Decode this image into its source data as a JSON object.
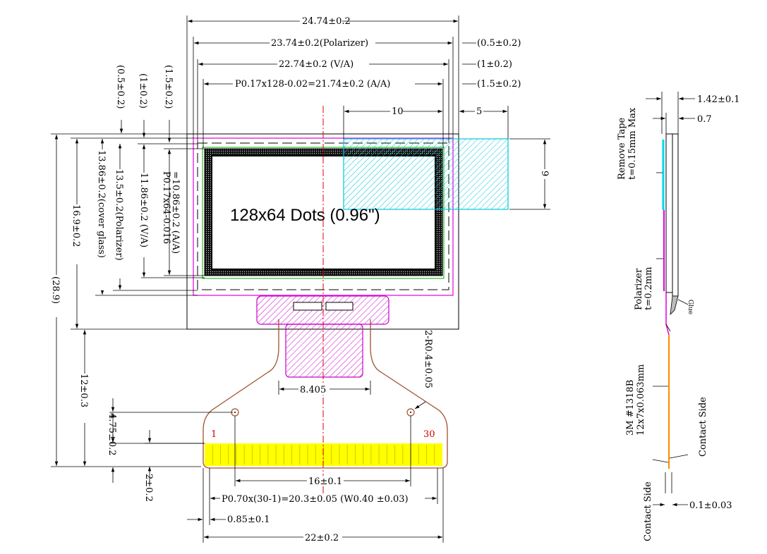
{
  "dimensions": {
    "outline_width": "24.74±0.2",
    "polarizer_width": "23.74±0.2(Polarizer)",
    "va_width": "22.74±0.2 (V/A)",
    "aa_width": "P0.17x128-0.02=21.74±0.2 (A/A)",
    "offset_05": "(0.5±0.2)",
    "offset_1": "(1±0.2)",
    "offset_15": "(1.5±0.2)",
    "left_05": "(0.5±0.2)",
    "left_1": "(1±0.2)",
    "left_15": "(1.5±0.2)",
    "cover_glass_height": "13.86±0.2(cover glass)",
    "polarizer_height": "13.5±0.2(Polarizer)",
    "va_height": "11.86±0.2 (V/A)",
    "aa_height_line1": "P0.17x64-0.016",
    "aa_height_line2": "=10.86±0.2 (A/A)",
    "panel_height": "16.9±0.2",
    "total_height": "(28.9)",
    "fpc_height": "12±0.3",
    "hole_height": "4.75±0.2",
    "pad_height": "2±0.2",
    "tape_offset": "10",
    "tape_width": "5",
    "tape_height": "9",
    "tail_width": "8.405",
    "radius": "2-R0.4±0.05",
    "hole_pitch": "16±0.1",
    "pin_pitch": "P0.70x(30-1)=20.3±0.05 (W0.40 ±0.03)",
    "pin_offset": "0.85±0.1",
    "fpc_width": "22±0.2"
  },
  "display_label": "128x64 Dots (0.96\")",
  "pins": {
    "first": "1",
    "last": "30"
  },
  "side_view": {
    "thickness": "1.42±0.1",
    "glass": "0.7",
    "remove_tape_line1": "Remove Tape",
    "remove_tape_line2": "t=0.15mm Max",
    "polarizer_line1": "Polarizer",
    "polarizer_line2": "t=0.2mm",
    "glue": "Glue",
    "tape_3m_line1": "3M #1318B",
    "tape_3m_line2": "12x7x0.063mm",
    "contact_side_right": "Contact Side",
    "contact_side_left": "Contact Side",
    "fpc_thickness": "0.1±0.03"
  },
  "colors": {
    "polarizer": "#e000e0",
    "tape": "#00d8e8",
    "pads": "#ffff00",
    "fpc": "#a0522d",
    "green": "#00b000",
    "centerline": "#e00000"
  }
}
